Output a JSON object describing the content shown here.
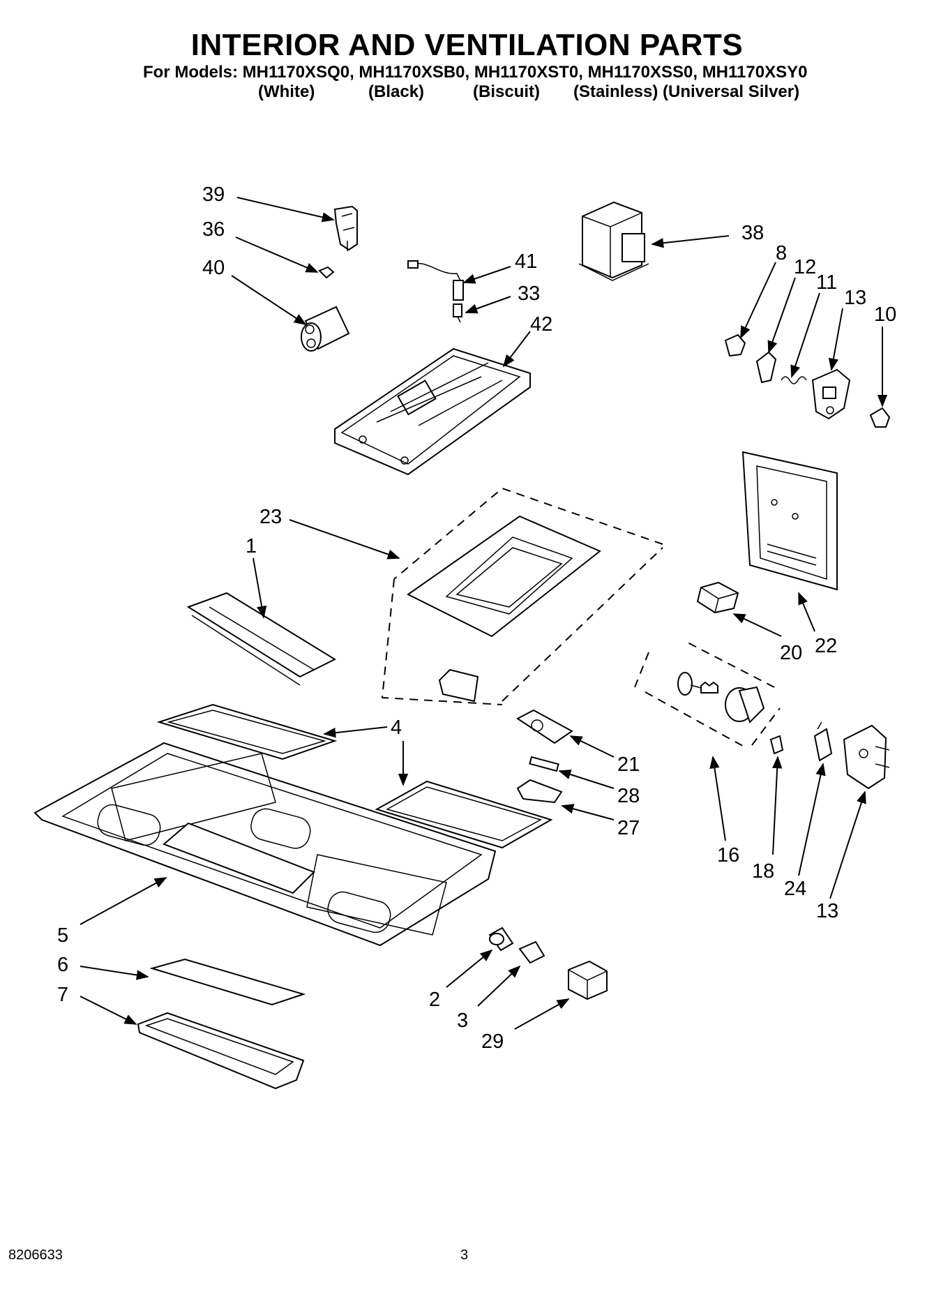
{
  "header": {
    "title": "INTERIOR AND VENTILATION PARTS",
    "models_line": "For Models: MH1170XSQ0, MH1170XSB0, MH1170XST0, MH1170XSS0, MH1170XSY0",
    "colors": [
      "(White)",
      "(Black)",
      "(Biscuit)",
      "(Stainless)",
      "(Universal Silver)"
    ]
  },
  "callouts": [
    "39",
    "36",
    "40",
    "41",
    "33",
    "42",
    "38",
    "8",
    "12",
    "11",
    "13",
    "10",
    "23",
    "1",
    "22",
    "20",
    "4",
    "21",
    "28",
    "27",
    "16",
    "18",
    "24",
    "13",
    "5",
    "6",
    "7",
    "2",
    "3",
    "29"
  ],
  "footer": {
    "doc_number": "8206633",
    "page_number": "3"
  }
}
